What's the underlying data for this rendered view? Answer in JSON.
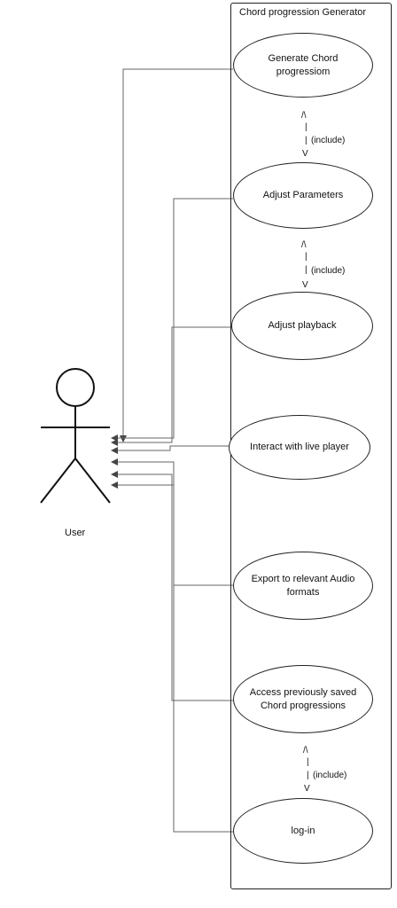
{
  "system": {
    "title": "Chord progression Generator"
  },
  "actor": {
    "label": "User"
  },
  "use_cases": [
    {
      "id": "generate",
      "lines": [
        "Generate Chord progressiom"
      ]
    },
    {
      "id": "parameters",
      "lines": [
        "Adjust Parameters"
      ]
    },
    {
      "id": "playback",
      "lines": [
        "Adjust playback"
      ]
    },
    {
      "id": "live-player",
      "lines": [
        "Interact with live player"
      ]
    },
    {
      "id": "export",
      "lines": [
        "Export to relevant Audio",
        "formats"
      ]
    },
    {
      "id": "saved",
      "lines": [
        "Access previously saved",
        "Chord progressions"
      ]
    },
    {
      "id": "login",
      "lines": [
        "log-in"
      ]
    }
  ],
  "include_relations": [
    {
      "label": "(include)",
      "arrow_up": "/\\",
      "arrow_down": "V"
    },
    {
      "label": "(include)",
      "arrow_up": "/\\",
      "arrow_down": "V"
    },
    {
      "label": "(include)",
      "arrow_up": "/\\",
      "arrow_down": "V"
    }
  ]
}
